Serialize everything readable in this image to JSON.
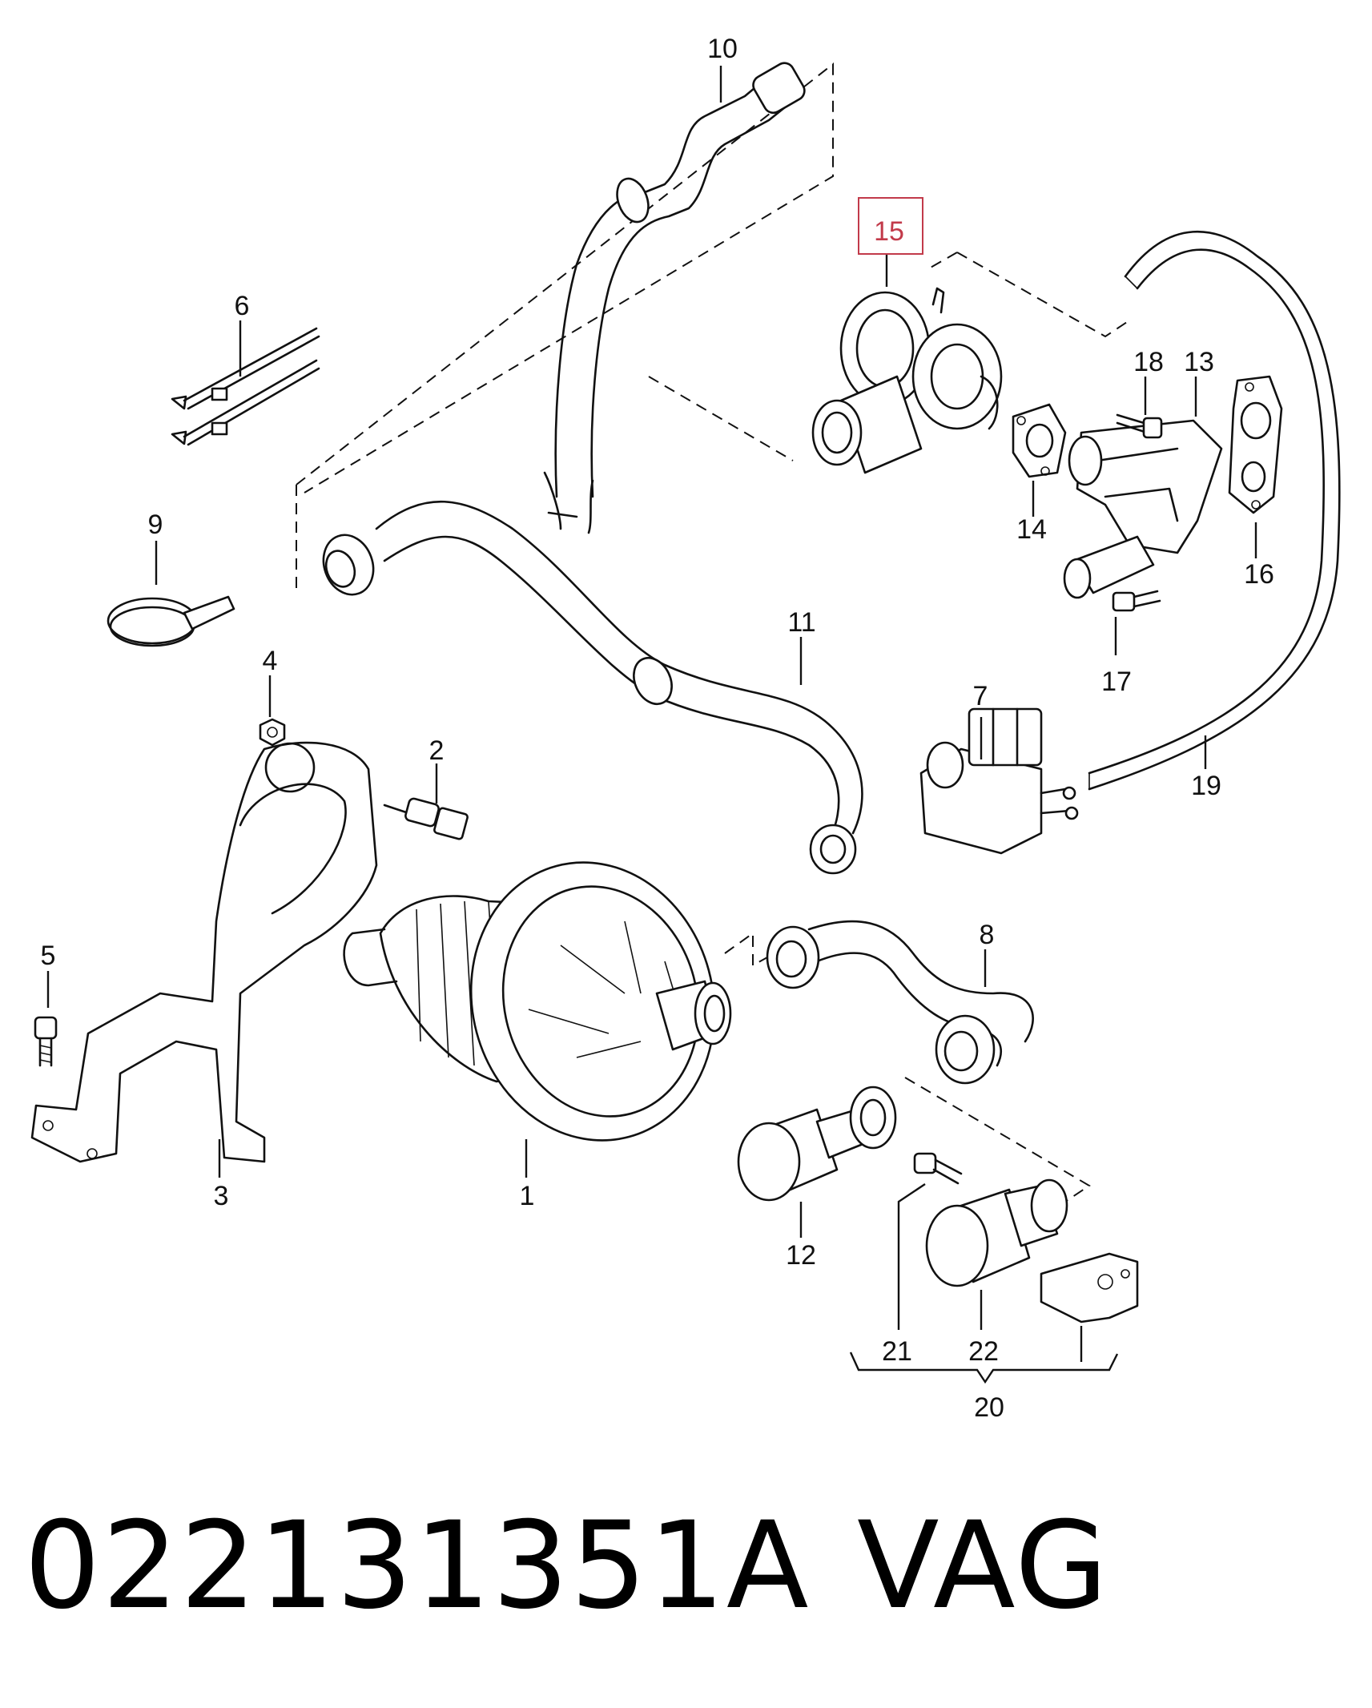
{
  "diagram": {
    "callouts": [
      "1",
      "2",
      "3",
      "4",
      "5",
      "6",
      "7",
      "8",
      "9",
      "10",
      "11",
      "12",
      "13",
      "14",
      "15",
      "16",
      "17",
      "18",
      "19",
      "20",
      "21",
      "22"
    ],
    "highlighted_callout": "15",
    "highlight_color": "#c23a4a"
  },
  "footer": {
    "part_number": "022131351A",
    "brand": "VAG"
  }
}
